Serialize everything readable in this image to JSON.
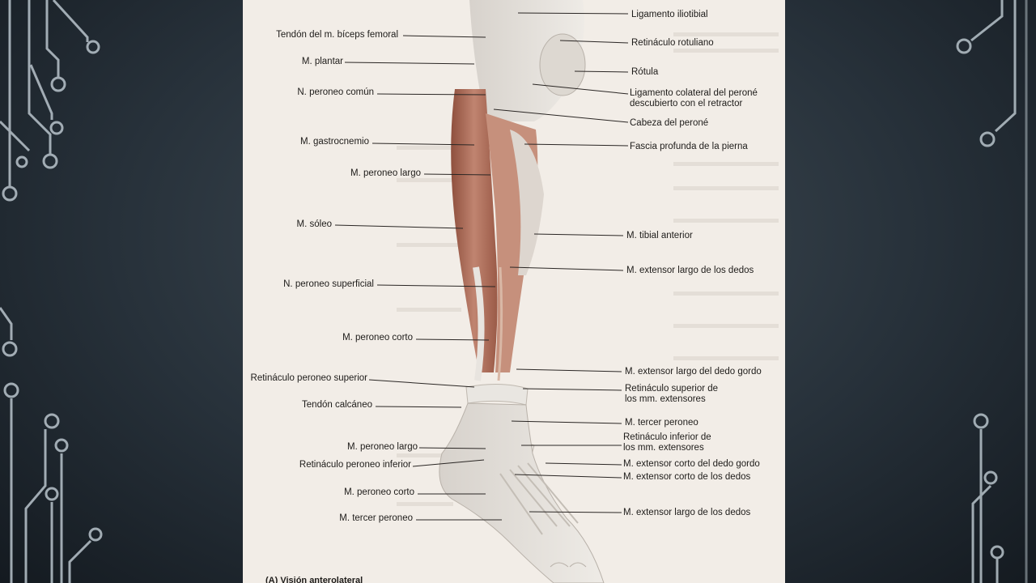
{
  "colors": {
    "slide_background": "#2b353e",
    "circuit_lines": "#b9c4cc",
    "page_paper": "#f2ede7",
    "muscle": "#b2705a",
    "tendon": "#e6e3df"
  },
  "left_labels": [
    {
      "id": "biceps-tendon",
      "text": "Tendón del m. bíceps femoral"
    },
    {
      "id": "plantar",
      "text": "M. plantar"
    },
    {
      "id": "common-peroneal-nerve",
      "text": "N. peroneo común"
    },
    {
      "id": "gastrocnemius",
      "text": "M. gastrocnemio"
    },
    {
      "id": "peroneus-longus",
      "text": "M. peroneo largo"
    },
    {
      "id": "soleus",
      "text": "M. sóleo"
    },
    {
      "id": "superficial-peroneal-nerve",
      "text": "N. peroneo superficial"
    },
    {
      "id": "peroneus-brevis",
      "text": "M. peroneo corto"
    },
    {
      "id": "superior-peroneal-retinaculum",
      "text": "Retináculo peroneo superior"
    },
    {
      "id": "calcaneal-tendon",
      "text": "Tendón calcáneo"
    },
    {
      "id": "peroneus-longus-2",
      "text": "M. peroneo largo"
    },
    {
      "id": "inferior-peroneal-retinaculum",
      "text": "Retináculo peroneo inferior"
    },
    {
      "id": "peroneus-brevis-2",
      "text": "M. peroneo corto"
    },
    {
      "id": "peroneus-tertius",
      "text": "M. tercer peroneo"
    }
  ],
  "right_labels": [
    {
      "id": "iliotibial-ligament",
      "text": "Ligamento iliotibial"
    },
    {
      "id": "patellar-retinaculum",
      "text": "Retináculo rotuliano"
    },
    {
      "id": "patella",
      "text": "Rótula"
    },
    {
      "id": "fibular-collateral-ligament",
      "text": "Ligamento colateral del peroné\ndescubierto con el retractor"
    },
    {
      "id": "fibula-head",
      "text": "Cabeza del peroné"
    },
    {
      "id": "deep-fascia",
      "text": "Fascia profunda de la pierna"
    },
    {
      "id": "tibialis-anterior",
      "text": "M. tibial anterior"
    },
    {
      "id": "extensor-digitorum-longus",
      "text": "M. extensor largo de los dedos"
    },
    {
      "id": "extensor-hallucis-longus",
      "text": "M. extensor largo del dedo gordo"
    },
    {
      "id": "superior-extensor-retinaculum",
      "text": "Retináculo superior de\nlos mm. extensores"
    },
    {
      "id": "peroneus-tertius-r",
      "text": "M. tercer peroneo"
    },
    {
      "id": "inferior-extensor-retinaculum",
      "text": "Retináculo inferior de\nlos mm. extensores"
    },
    {
      "id": "extensor-hallucis-brevis",
      "text": "M. extensor corto del dedo gordo"
    },
    {
      "id": "extensor-digitorum-brevis",
      "text": "M. extensor corto de los dedos"
    },
    {
      "id": "extensor-digitorum-longus-2",
      "text": "M. extensor largo de los dedos"
    }
  ],
  "caption": "(A) Visión anterolateral"
}
